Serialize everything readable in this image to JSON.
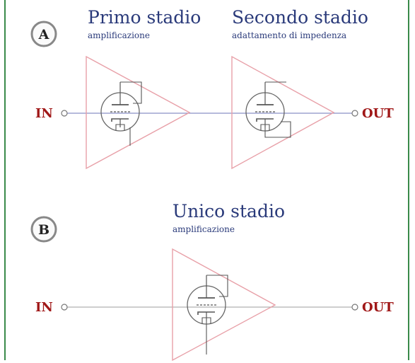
{
  "diagram_a": {
    "badge": "A",
    "stage1": {
      "title": "Primo stadio",
      "subtitle": "amplificazione"
    },
    "stage2": {
      "title": "Secondo stadio",
      "subtitle": "adattamento di impedenza"
    },
    "input_label": "IN",
    "output_label": "OUT"
  },
  "diagram_b": {
    "badge": "B",
    "stage": {
      "title": "Unico stadio",
      "subtitle": "amplificazione"
    },
    "input_label": "IN",
    "output_label": "OUT"
  },
  "colors": {
    "frame": "#3a8a4a",
    "triangle": "#e8a0a8",
    "wire": "#8a90c8",
    "tube": "#555555",
    "title": "#2a3a7a",
    "io_label": "#a01818"
  },
  "icons": [
    "vacuum-tube-icon",
    "amplifier-triangle-icon"
  ]
}
